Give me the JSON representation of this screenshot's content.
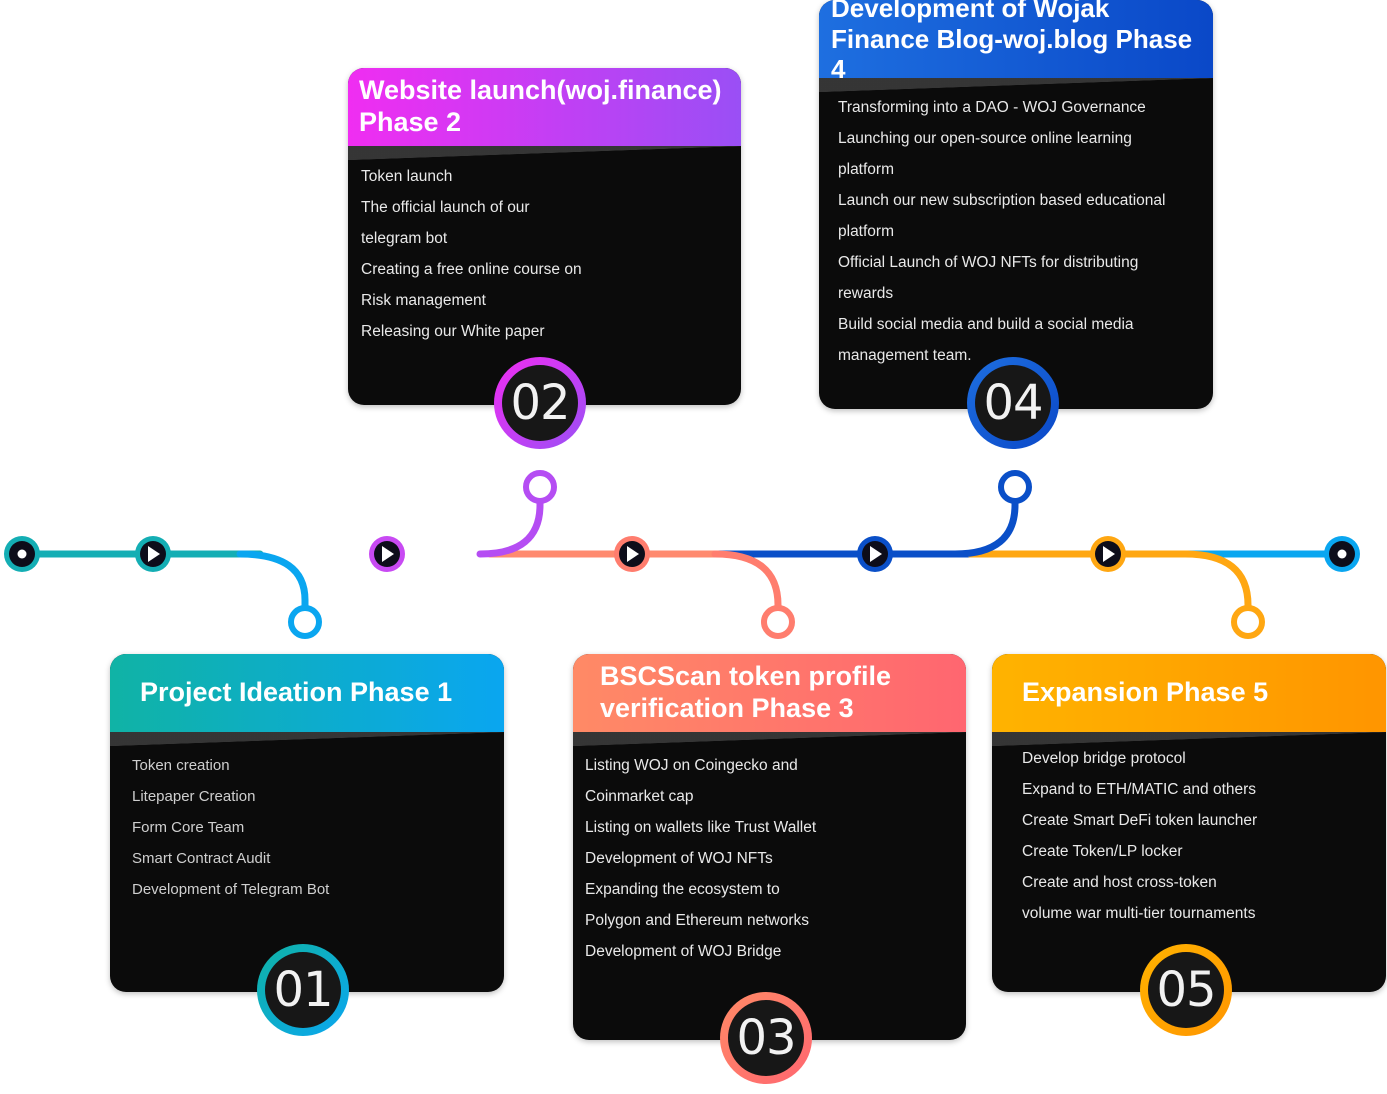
{
  "colors": {
    "phase1": [
      "#10b3a5",
      "#0aa6f0"
    ],
    "phase2": [
      "#f02df2",
      "#9a4ff5"
    ],
    "phase3": [
      "#ff8a66",
      "#ff6670"
    ],
    "phase4": [
      "#1e6fe0",
      "#0a48c8"
    ],
    "phase5": [
      "#ffb300",
      "#ff9500"
    ],
    "teal": "#14aeb4",
    "magenta": "#d640f2",
    "coral": "#ff7d6e",
    "navy": "#0a4fc8",
    "orange": "#ffa712",
    "sky": "#0aa6f0"
  },
  "phases": [
    {
      "id": "phase1",
      "title": "Project Ideation Phase 1",
      "number": "01",
      "items": [
        "Token creation",
        "Litepaper Creation",
        "Form Core Team",
        "Smart Contract Audit",
        "Development of Telegram Bot"
      ]
    },
    {
      "id": "phase2",
      "title_lines": [
        "Website launch(woj.finance)",
        "Phase 2"
      ],
      "number": "02",
      "items": [
        "Token launch",
        "The official launch of our",
        "telegram bot",
        "Creating a free online course on",
        "Risk management",
        "Releasing our White paper"
      ]
    },
    {
      "id": "phase3",
      "title_lines": [
        "BSCScan token profile",
        "verification Phase 3"
      ],
      "number": "03",
      "items": [
        "Listing WOJ on Coingecko and",
        "Coinmarket cap",
        "Listing on wallets like Trust Wallet",
        "Development of WOJ NFTs",
        "Expanding the ecosystem to",
        "Polygon and Ethereum networks",
        "Development of WOJ Bridge"
      ]
    },
    {
      "id": "phase4",
      "title_lines": [
        "Development of Wojak",
        "Finance Blog-woj.blog Phase 4"
      ],
      "number": "04",
      "items": [
        "Transforming into a DAO - WOJ Governance",
        "Launching our open-source online learning",
        "platform",
        "Launch our new subscription based educational",
        "platform",
        "Official Launch of WOJ NFTs for distributing",
        "rewards",
        "Build social media and build a social media",
        "management team."
      ]
    },
    {
      "id": "phase5",
      "title": "Expansion Phase 5",
      "number": "05",
      "items": [
        "Develop bridge protocol",
        "Expand to ETH/MATIC and others",
        "Create Smart DeFi token launcher",
        "Create Token/LP locker",
        "Create and host cross-token",
        "volume war multi-tier tournaments"
      ]
    }
  ]
}
